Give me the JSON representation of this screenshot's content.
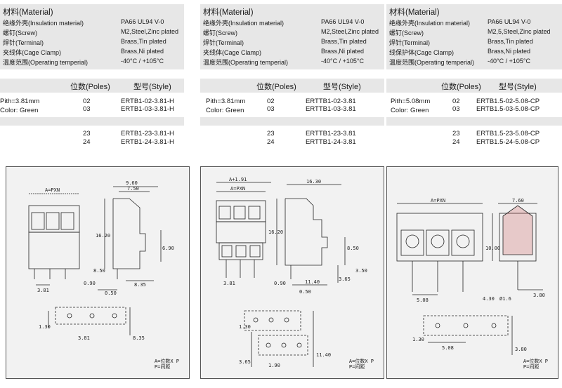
{
  "columns": [
    {
      "material_title": "材料(Material)",
      "materials": [
        {
          "k": "绝缘外壳(Insulation material)",
          "v": "PA66 UL94 V-0"
        },
        {
          "k": "螺钉(Screw)",
          "v": "M2,Steel,Zinc plated"
        },
        {
          "k": "焊针(Terminal)",
          "v": "Brass,Tin plated"
        },
        {
          "k": "夹线体(Cage Clamp)",
          "v": "Brass,Ni plated"
        },
        {
          "k": "温度范围(Operating temperial)",
          "v": "-40°C / +105°C"
        }
      ],
      "head_poles": "位数(Poles)",
      "head_style": "型号(Style)",
      "pitch": "Pith=3.81mm",
      "color": "Color: Green",
      "rows_top": [
        {
          "poles": "02",
          "style": "ERTB1-02-3.81-H"
        },
        {
          "poles": "03",
          "style": "ERTB1-03-3.81-H"
        }
      ],
      "rows_bottom": [
        {
          "poles": "23",
          "style": "ERTB1-23-3.81-H"
        },
        {
          "poles": "24",
          "style": "ERTB1-24-3.81-H"
        }
      ],
      "dims": [
        "A=PXN",
        "9.60",
        "7.50",
        "16.20",
        "6.90",
        "8.50",
        "3.81",
        "0.90",
        "8.35",
        "0.50",
        "1.30",
        "3.81",
        "8.35"
      ],
      "note1": "A=位数X P",
      "note2": "P=间距"
    },
    {
      "material_title": "材料(Material)",
      "materials": [
        {
          "k": "绝缘外壳(Insulation material)",
          "v": "PA66 UL94 V-0"
        },
        {
          "k": "螺钉(Screw)",
          "v": "M2,Steel,Zinc plated"
        },
        {
          "k": "焊针(Terminal)",
          "v": "Brass,Tin plated"
        },
        {
          "k": "夹线体(Cage Clamp)",
          "v": "Brass,Ni plated"
        },
        {
          "k": "温度范围(Operating temperial)",
          "v": "-40°C / +105°C"
        }
      ],
      "head_poles": "位数(Poles)",
      "head_style": "型号(Style)",
      "pitch": "Pith=3.81mm",
      "color": "Color: Green",
      "rows_top": [
        {
          "poles": "02",
          "style": "ERTTB1-02-3.81"
        },
        {
          "poles": "03",
          "style": "ERTTB1-03-3.81"
        }
      ],
      "rows_bottom": [
        {
          "poles": "23",
          "style": "ERTTB1-23-3.81"
        },
        {
          "poles": "24",
          "style": "ERTTB1-24-3.81"
        }
      ],
      "dims": [
        "A+1.91",
        "A=PXN",
        "16.30",
        "16.20",
        "8.50",
        "3.50",
        "3.81",
        "0.90",
        "11.40",
        "0.50",
        "3.65",
        "1.30",
        "1.90",
        "3.65",
        "11.40"
      ],
      "note1": "A=位数X P",
      "note2": "P=间距"
    },
    {
      "material_title": "材料(Material)",
      "materials": [
        {
          "k": "绝缘外壳(Insulation material)",
          "v": "PA66 UL94 V-0"
        },
        {
          "k": "螺钉(Screw)",
          "v": "M2,5,Steel,Zinc plated"
        },
        {
          "k": "焊针(Terminal)",
          "v": "Brass,Tin plated"
        },
        {
          "k": "线保护体(Cage Clamp)",
          "v": "Brass,Ni plated"
        },
        {
          "k": "温度范围(Operating temperial)",
          "v": "-40°C / +105°C"
        }
      ],
      "head_poles": "位数(Poles)",
      "head_style": "型号(Style)",
      "pitch": "Pith=5.08mm",
      "color": "Color: Green",
      "rows_top": [
        {
          "poles": "02",
          "style": "ERTB1.5-02-5.08-CP"
        },
        {
          "poles": "03",
          "style": "ERTB1.5-03-5.08-CP"
        }
      ],
      "rows_bottom": [
        {
          "poles": "23",
          "style": "ERTB1.5-23-5.08-CP"
        },
        {
          "poles": "24",
          "style": "ERTB1.5-24-5.08-CP"
        }
      ],
      "dims": [
        "A=PXN",
        "7.60",
        "10.00",
        "5.08",
        "4.30",
        "3.80",
        "Ø1.6",
        "1.30",
        "5.08",
        "3.80"
      ],
      "note1": "A=位数X P",
      "note2": "P=间距"
    }
  ]
}
